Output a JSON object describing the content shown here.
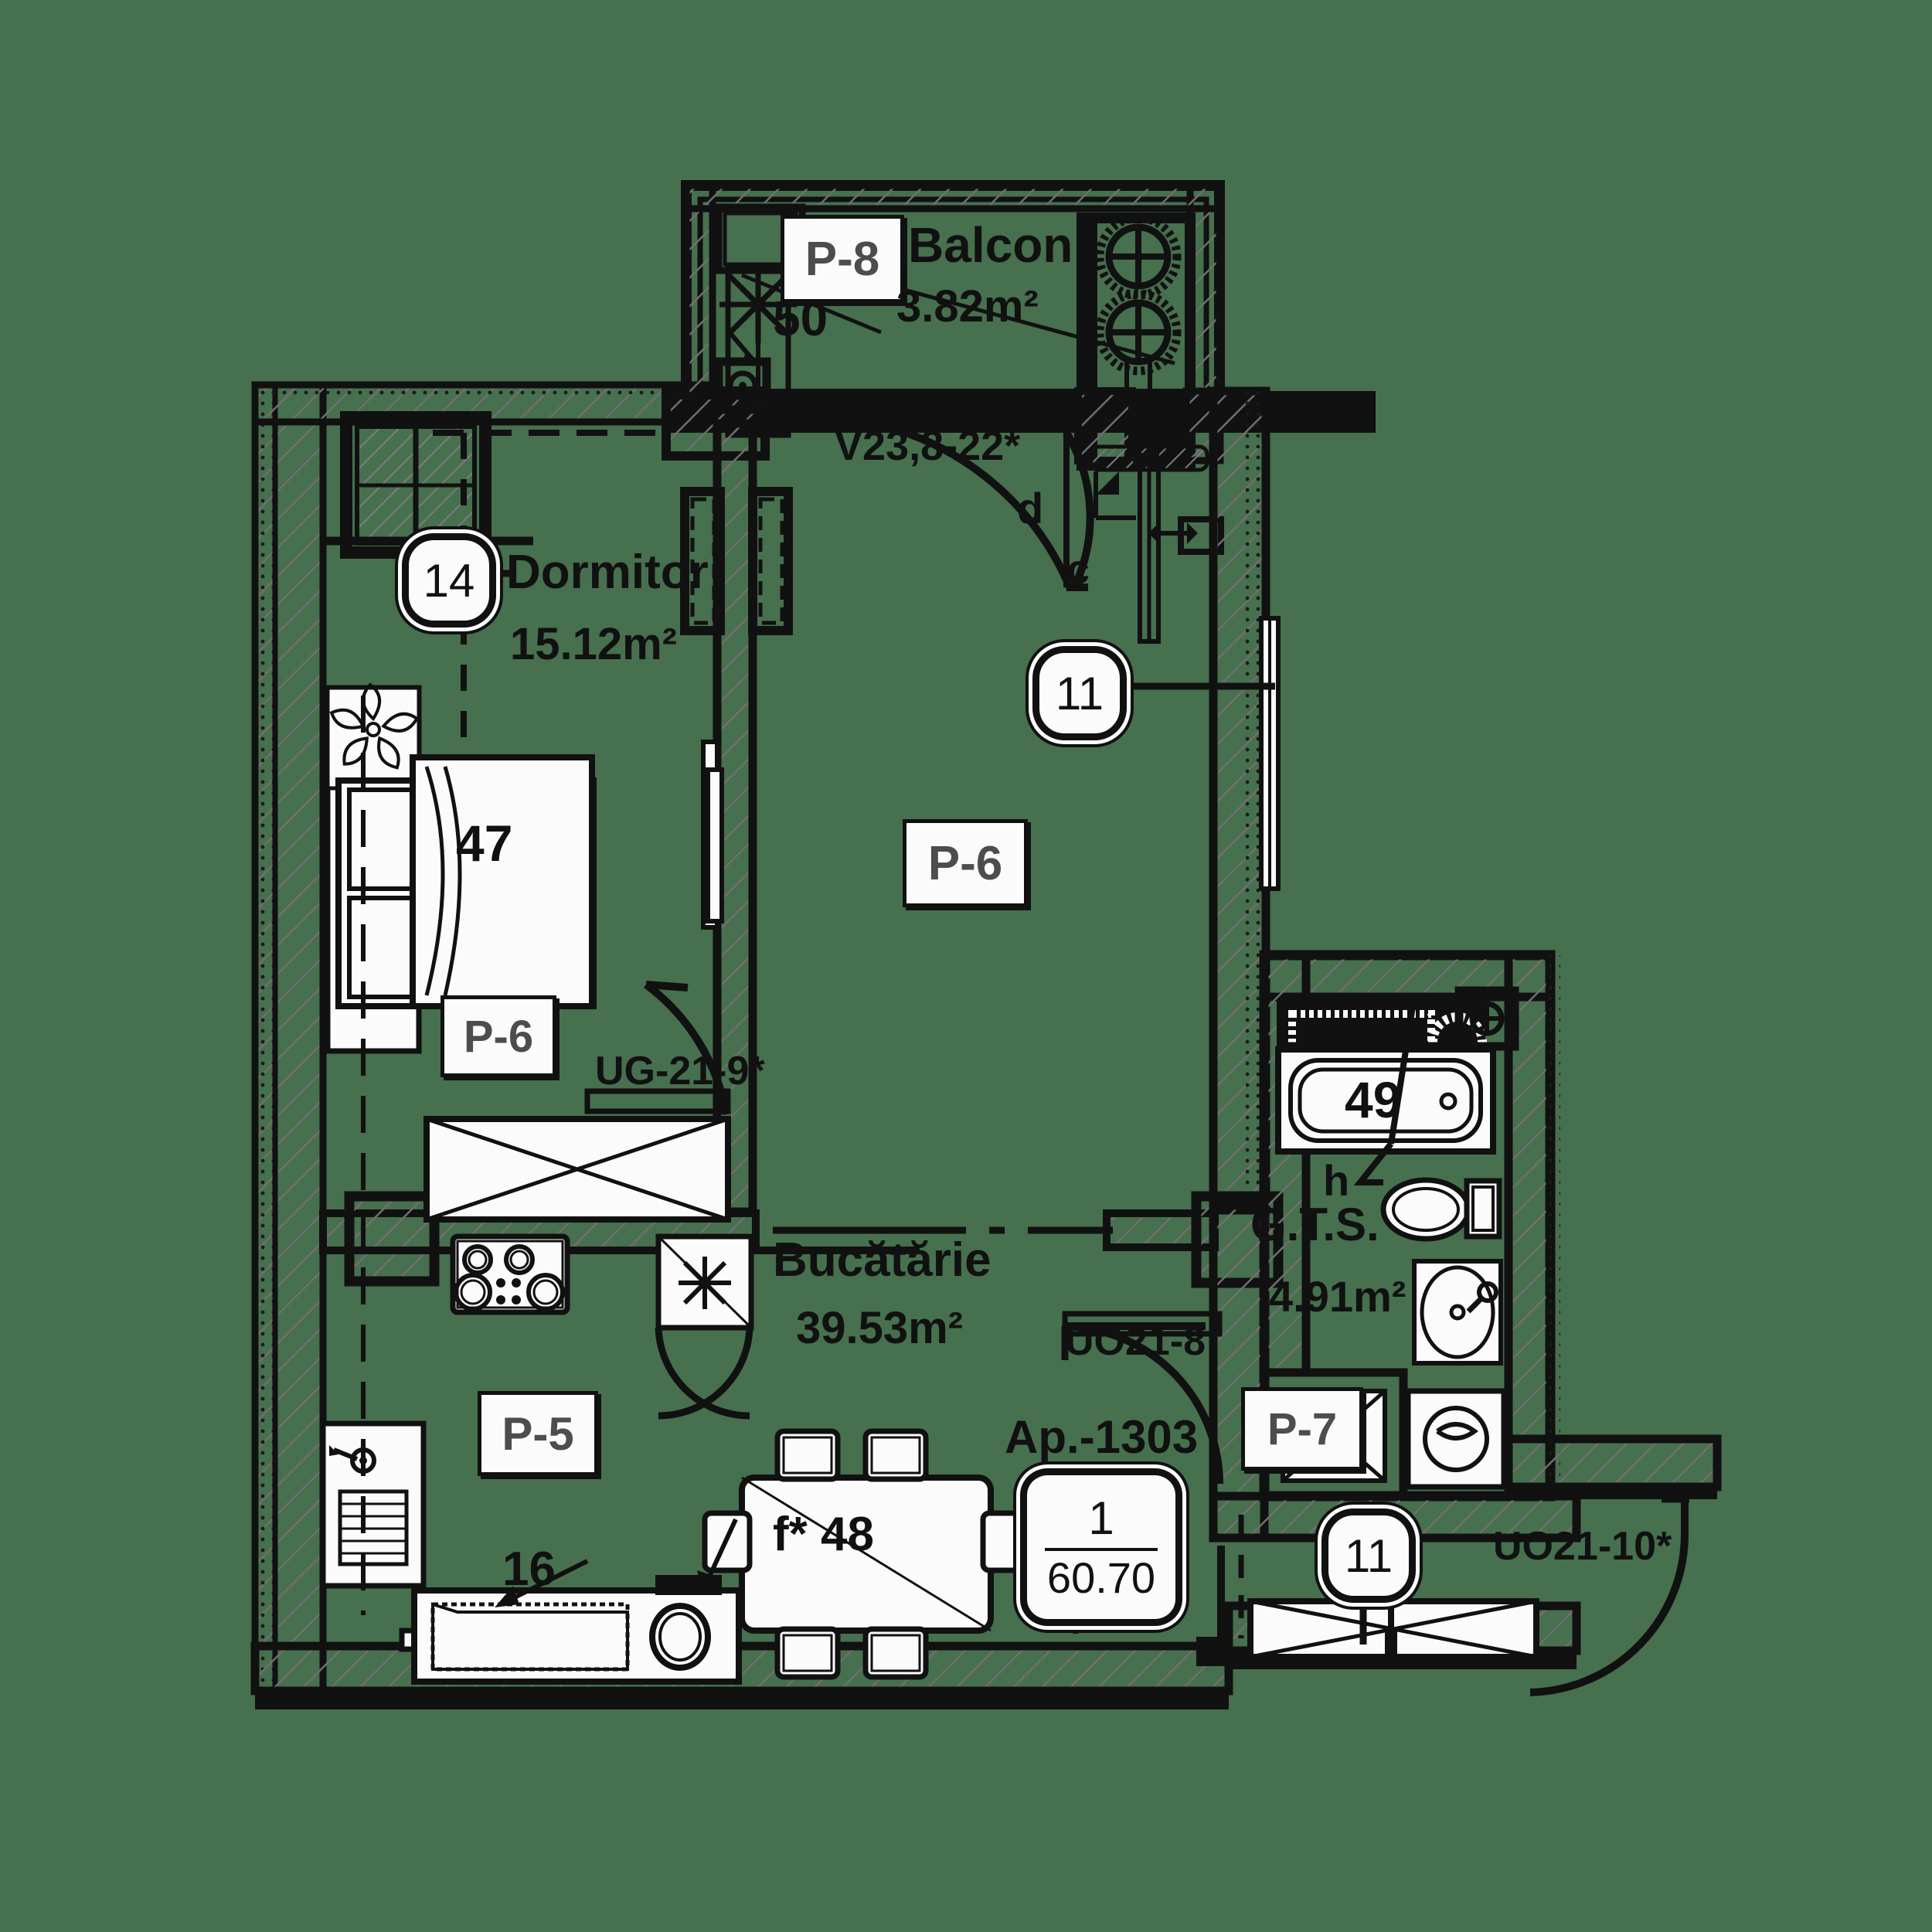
{
  "plan": {
    "title": "Ap.-1303",
    "apartment_label": "Ap.-1303",
    "background_color": "#47704e",
    "ink_color": "#111111",
    "fill_color": "#fbfbfb",
    "tag_text_color": "#4d4d4d"
  },
  "rooms": [
    {
      "key": "balcon",
      "name": "Balcon",
      "area": "3.82m²",
      "tag": "P-8"
    },
    {
      "key": "dormitor",
      "name": "Dormitor",
      "area": "15.12m²",
      "tag": "P-6"
    },
    {
      "key": "bucatarie",
      "name": "Bucătărie",
      "area": "39.53m²",
      "tag": "P-5"
    },
    {
      "key": "gts",
      "name": "G.T.S.",
      "area": "4.91m²",
      "tag": "P-7"
    }
  ],
  "area_tags": [
    {
      "id": "p8",
      "label": "P-8"
    },
    {
      "id": "p6_living",
      "label": "P-6"
    },
    {
      "id": "p6_dormitor",
      "label": "P-6"
    },
    {
      "id": "p5",
      "label": "P-5"
    },
    {
      "id": "p7",
      "label": "P-7"
    }
  ],
  "stamp": {
    "apartment": "Ap.-1303",
    "rooms_count": "1",
    "total_area": "60.70"
  },
  "markers": [
    {
      "id": "m14",
      "label": "14"
    },
    {
      "id": "m11a",
      "label": "11"
    },
    {
      "id": "m11b",
      "label": "11"
    }
  ],
  "furniture_tags": [
    {
      "id": "f50",
      "label": "50"
    },
    {
      "id": "f47",
      "label": "47"
    },
    {
      "id": "f49",
      "label": "49"
    },
    {
      "id": "f16",
      "label": "16"
    },
    {
      "id": "f48",
      "label": "f* 48"
    }
  ],
  "openings": [
    {
      "id": "v23",
      "label": "V23,8-22*"
    },
    {
      "id": "ug219",
      "label": "UG-21-9*"
    },
    {
      "id": "uo218",
      "label": "UO21-8"
    },
    {
      "id": "uo2110",
      "label": "UO21-10*"
    }
  ],
  "hardware_letters": [
    {
      "id": "ld",
      "label": "d"
    },
    {
      "id": "lc",
      "label": "c"
    },
    {
      "id": "lh",
      "label": "h"
    }
  ]
}
